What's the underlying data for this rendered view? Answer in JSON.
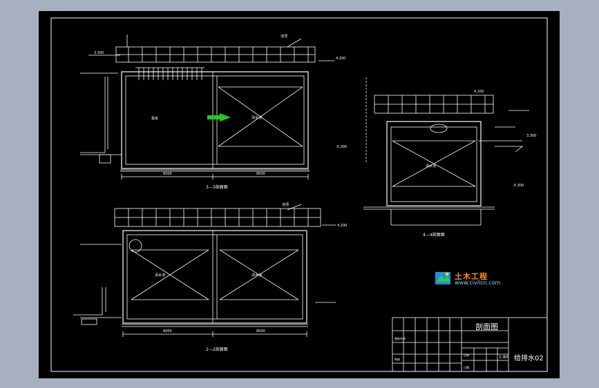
{
  "sheet": {
    "section_3_3": "3—3剖面图",
    "section_2_2": "2—2剖面图",
    "section_4_4": "4—4剖面图",
    "room_a": "泵房",
    "room_b": "清水池",
    "dim_a": "6000",
    "dim_b": "8000",
    "top_note": "池顶",
    "elev_top": "4.200",
    "elev_mid": "3.300",
    "elev_bottom": "-0.300"
  },
  "title_block": {
    "drawing_name": "剖面图",
    "drawing_number": "给排水02",
    "scale": "1:80",
    "row1": "图纸名称",
    "row2": "比例",
    "row3": "审核",
    "row4": "日期"
  },
  "watermark": {
    "brand": "土木工程",
    "url": "www.civilcn.com"
  },
  "colors": {
    "frame": "#ffffff",
    "accent_green": "#22cc22",
    "background": "#000000",
    "outer": "#a7b0c0"
  }
}
